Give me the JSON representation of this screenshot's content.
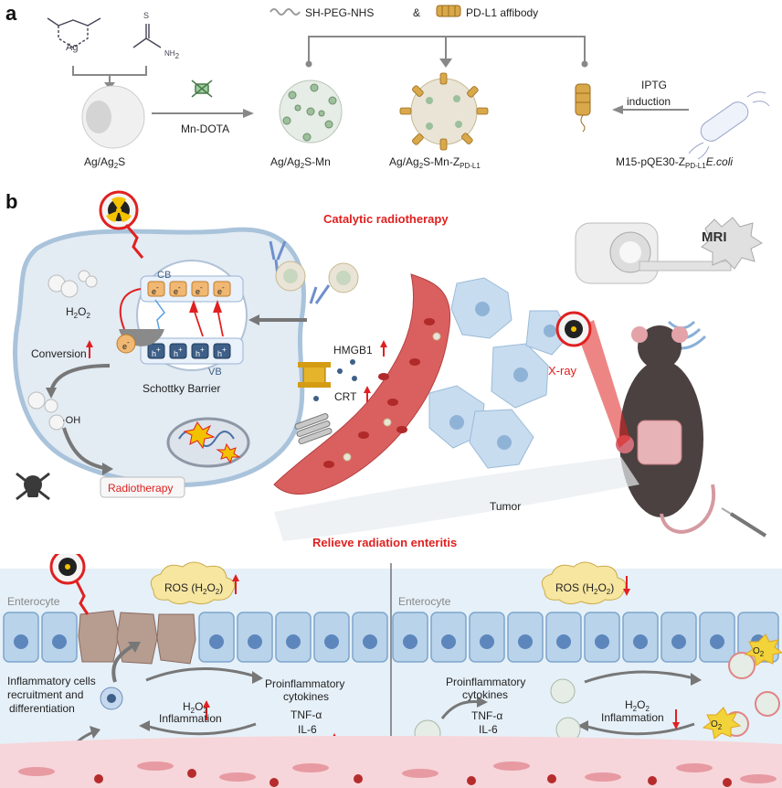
{
  "panel_a": {
    "letter": "a",
    "reagents": {
      "peg": "SH-PEG-NHS",
      "amp": "&",
      "affibody": "PD-L1 affibody"
    },
    "ag_label": "Ag",
    "nh2_label": "NH",
    "nh2_sub": "2",
    "s_label": "S",
    "mn_dota": "Mn-DOTA",
    "iptg": "IPTG",
    "induction": "induction",
    "labels": {
      "ag_ag2s_a": "Ag/Ag",
      "ag_ag2s_b": "2",
      "ag_ag2s_c": "S",
      "ag_ag2s_mn_a": "Ag/Ag",
      "ag_ag2s_mn_b": "2",
      "ag_ag2s_mn_c": "S-Mn",
      "ag_ag2s_mn_z_a": "Ag/Ag",
      "ag_ag2s_mn_z_b": "2",
      "ag_ag2s_mn_z_c": "S-Mn-Z",
      "ag_ag2s_mn_z_d": "PD-L1",
      "ecoli_a": "M15-pQE30-Z",
      "ecoli_b": "PD-L1",
      "ecoli_c": "E.coli"
    }
  },
  "panel_b": {
    "letter": "b",
    "title_top": "Catalytic radiotherapy",
    "mri": "MRI",
    "cb": "CB",
    "vb": "VB",
    "electron": "e",
    "electron_sup": "-",
    "hole": "h",
    "hole_sup": "+",
    "h2o2": "H",
    "h2o2_sub": "2",
    "h2o2_end": "O",
    "h2o2_sub2": "2",
    "conversion": "Conversion",
    "oh": "·OH",
    "schottky": "Schottky Barrier",
    "radiotherapy": "Radiotherapy",
    "hmgb1": "HMGB1",
    "crt": "CRT",
    "xray": "X-ray",
    "tumor": "Tumor",
    "title_bottom": "Relieve  radiation enteritis",
    "left": {
      "ros": "ROS (H",
      "ros_sub": "2",
      "ros_o": "O",
      "ros_sub2": "2",
      "ros_end": ")",
      "enterocyte": "Enterocyte",
      "inflam_cells_1": "Inflammatory cells",
      "inflam_cells_2": "recruitment and",
      "inflam_cells_3": "differentiation",
      "procyt_1": "Proinflammatory",
      "procyt_2": "cytokines",
      "tnf": "TNF-α",
      "il6": "IL-6",
      "h2o2_line": "H",
      "inflammation": "Inflammation"
    },
    "right": {
      "ros": "ROS (H",
      "enterocyte": "Enterocyte",
      "procyt_1": "Proinflammatory",
      "procyt_2": "cytokines",
      "tnf": "TNF-α",
      "il6": "IL-6",
      "inflammation": "Inflammation",
      "o2": "O"
    }
  },
  "colors": {
    "red": "#e02020",
    "cell_fill": "#dfe8f1",
    "vessel": "#d9605f",
    "gut_bg": "#e3eef7",
    "enterocyte": "#b9d3ea"
  }
}
